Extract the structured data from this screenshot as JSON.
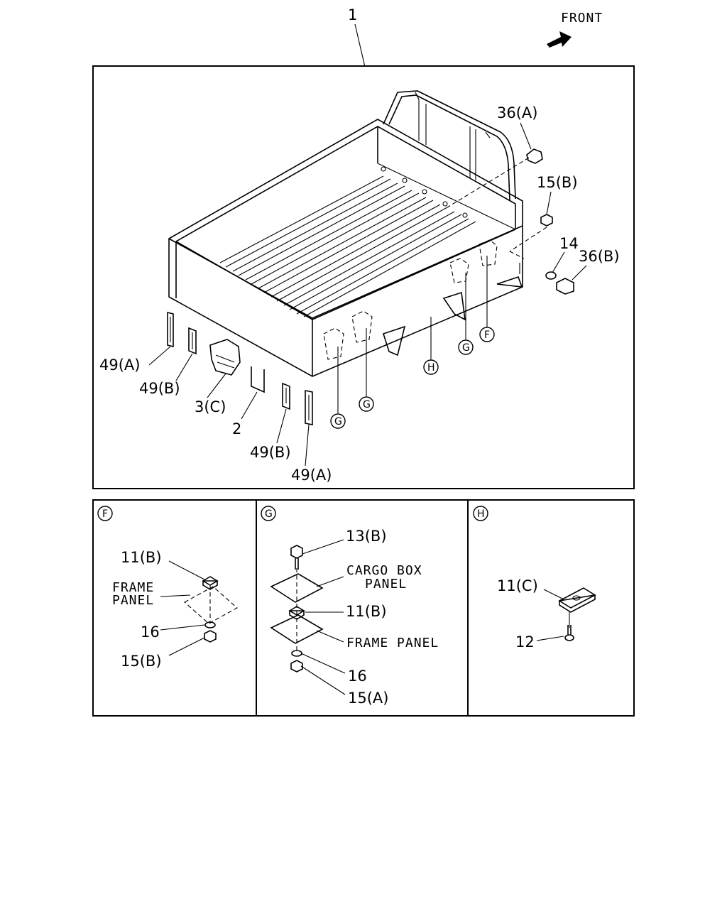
{
  "header": {
    "assembly_number": "1",
    "front_label": "FRONT"
  },
  "main_view": {
    "callouts": {
      "c36a": "36(A)",
      "c15b": "15(B)",
      "c14": "14",
      "c36b": "36(B)",
      "c49a_left": "49(A)",
      "c49b_left": "49(B)",
      "c3c": "3(C)",
      "c2": "2",
      "c49b_right": "49(B)",
      "c49a_right": "49(A)"
    },
    "detail_markers": {
      "m_g1": "G",
      "m_g2": "G",
      "m_h": "H",
      "m_g3": "G",
      "m_f": "F"
    }
  },
  "detail_f": {
    "marker": "F",
    "c11b": "11(B)",
    "frame_panel_1": "FRAME",
    "frame_panel_2": "PANEL",
    "c16": "16",
    "c15b": "15(B)"
  },
  "detail_g": {
    "marker": "G",
    "c13b": "13(B)",
    "cargo_box_1": "CARGO BOX",
    "cargo_box_2": "PANEL",
    "c11b": "11(B)",
    "frame_panel": "FRAME PANEL",
    "c16": "16",
    "c15a": "15(A)"
  },
  "detail_h": {
    "marker": "H",
    "c11c": "11(C)",
    "c12": "12"
  }
}
